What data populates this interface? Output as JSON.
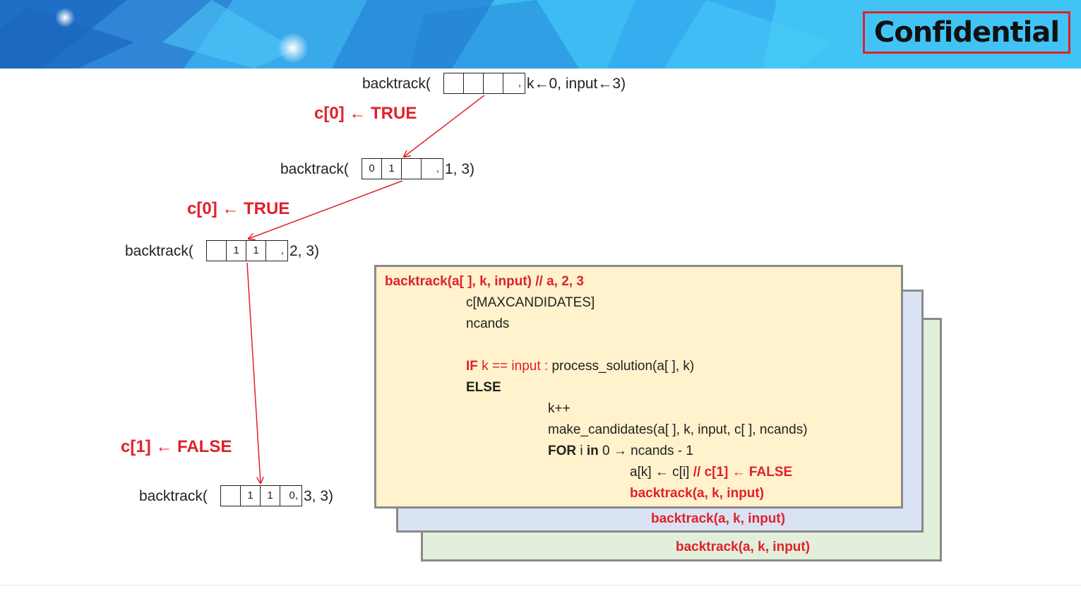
{
  "header": {
    "badge": "Confidential",
    "colors": {
      "banner_dark": "#1f6fc4",
      "banner_light": "#3fc3f3",
      "badge_border": "#e0212a"
    }
  },
  "calls": [
    {
      "fn": "backtrack(",
      "cells": [
        "",
        "",
        "",
        ","
      ],
      "tail": "k←0, input←3)"
    },
    {
      "fn": "backtrack(",
      "cells": [
        "0",
        "1",
        "",
        ","
      ],
      "tail": "1, 3)"
    },
    {
      "fn": "backtrack(",
      "cells": [
        "",
        "1",
        "1",
        ","
      ],
      "tail": "2, 3)"
    },
    {
      "fn": "backtrack(",
      "cells": [
        "",
        "1",
        "1",
        "0,"
      ],
      "tail": "3, 3)"
    }
  ],
  "assignments": [
    "c[0] ← TRUE",
    "c[0] ← TRUE",
    "c[1] ← FALSE"
  ],
  "code": {
    "header": "backtrack(a[ ], k, input)  // a, 2, 3",
    "line_c": "c[MAXCANDIDATES]",
    "line_ncands": "ncands",
    "if_kw": "IF",
    "if_cond": " k == input : ",
    "if_action": "process_solution(a[ ], k)",
    "else_kw": "ELSE",
    "kpp": "k++",
    "make_cand": "make_candidates(a[ ], k, input, c[ ], ncands)",
    "for_kw": "FOR",
    "for_i": " i ",
    "in_kw": "in",
    "for_rest": " 0 → ncands - 1",
    "assign_line": "a[k] ← c[i]   ",
    "assign_comment": "// c[1] ← FALSE",
    "recurse": "backtrack(a, k, input)",
    "recurse_blue": "backtrack(a, k, input)",
    "recurse_green": "backtrack(a, k, input)"
  },
  "colors": {
    "accent_red": "#e0212a",
    "card_main": "#fff2cc",
    "card_blue": "#dae3f3",
    "card_green": "#e2efda"
  }
}
